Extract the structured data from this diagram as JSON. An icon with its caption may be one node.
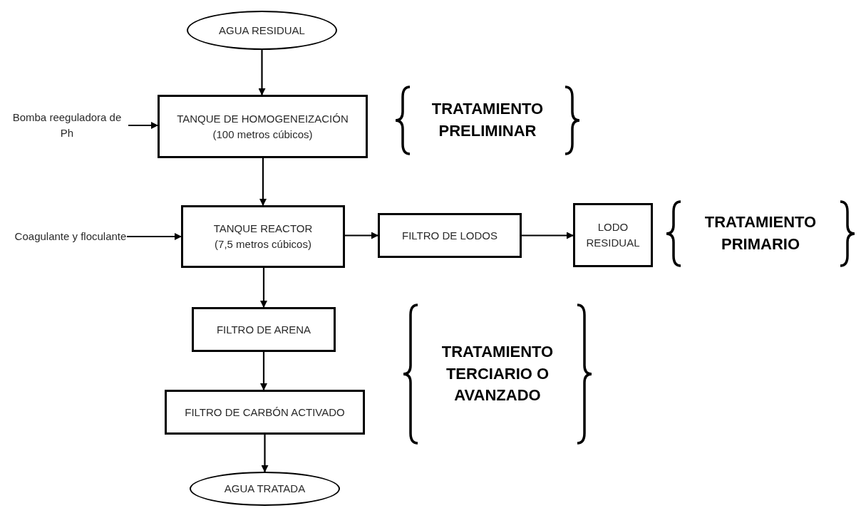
{
  "diagram": {
    "nodes": [
      {
        "text": [
          "AGUA RESIDUAL"
        ]
      },
      {
        "text": [
          "Bomba reeguladora de Ph"
        ]
      },
      {
        "text": [
          "TANQUE DE HOMOGENEIZACIÓN",
          "(100 metros cúbicos)"
        ]
      },
      {
        "text": [
          "Coagulante y floculante"
        ]
      },
      {
        "text": [
          "TANQUE REACTOR",
          "(7,5 metros cúbicos)"
        ]
      },
      {
        "text": [
          "FILTRO DE LODOS"
        ]
      },
      {
        "text": [
          "LODO RESIDUAL"
        ]
      },
      {
        "text": [
          "FILTRO DE ARENA"
        ]
      },
      {
        "text": [
          "FILTRO DE CARBÓN ACTIVADO"
        ]
      },
      {
        "text": [
          "AGUA TRATADA"
        ]
      }
    ],
    "edges": [
      {
        "from": 0,
        "to": 2,
        "arrow": "to"
      },
      {
        "from": 1,
        "to": 2,
        "arrow": "to"
      },
      {
        "from": 2,
        "to": 4,
        "arrow": "to"
      },
      {
        "from": 3,
        "to": 4,
        "arrow": "to"
      },
      {
        "from": 4,
        "to": 5,
        "arrow": "to"
      },
      {
        "from": 5,
        "to": 6,
        "arrow": "to"
      },
      {
        "from": 4,
        "to": 7,
        "arrow": "to"
      },
      {
        "from": 7,
        "to": 8,
        "arrow": "to"
      },
      {
        "from": 8,
        "to": 9,
        "arrow": "to"
      }
    ],
    "labels": [
      "TRATAMIENTO PRELIMINAR",
      "TRATAMIENTO PRIMARIO",
      "TRATAMIENTO TERCIARIO O AVANZADO"
    ]
  }
}
